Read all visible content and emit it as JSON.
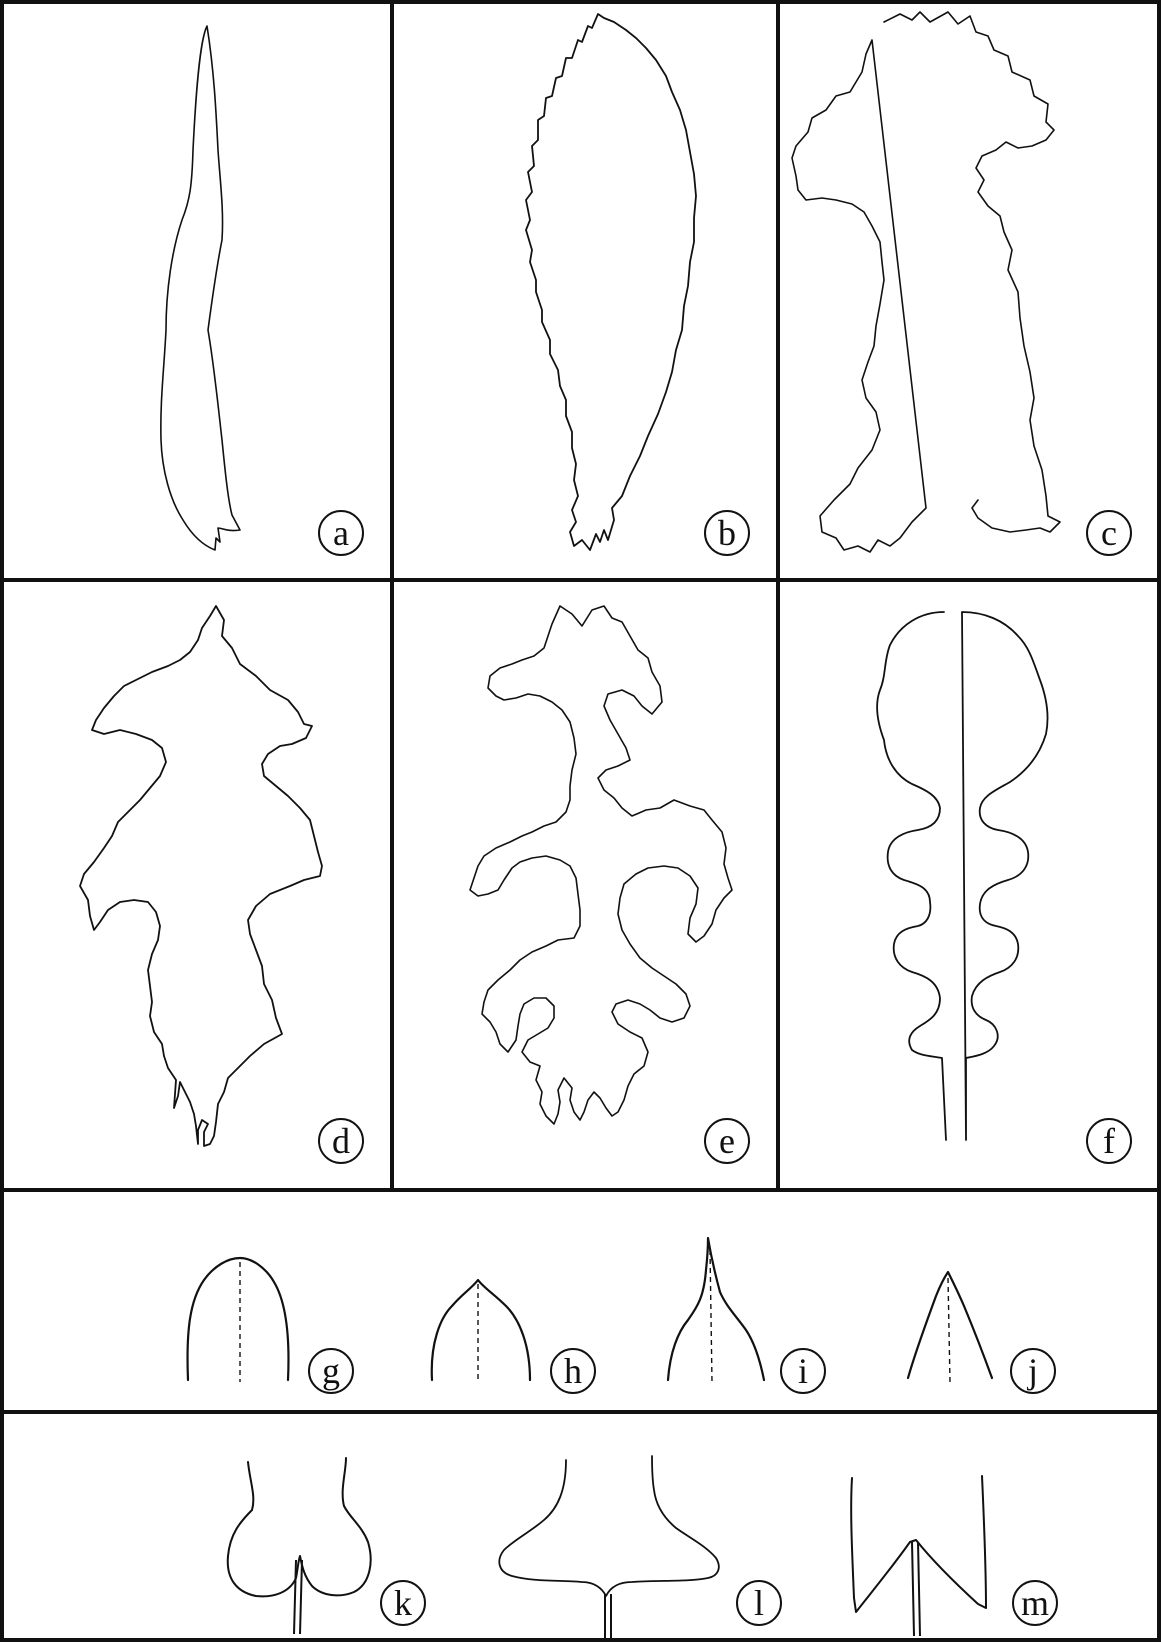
{
  "figure": {
    "panels": [
      {
        "id": "a",
        "label": "a",
        "shape": "linear-leaf-outline"
      },
      {
        "id": "b",
        "label": "b",
        "shape": "lanceolate-serrate-leaf-outline"
      },
      {
        "id": "c",
        "label": "c",
        "shape": "irregular-lobed-leaf-outline"
      },
      {
        "id": "d",
        "label": "d",
        "shape": "toothed-lobed-leaf-outline"
      },
      {
        "id": "e",
        "label": "e",
        "shape": "deeply-pinnatifid-leaf-outline"
      },
      {
        "id": "f",
        "label": "f",
        "shape": "lyrate-leaf-outline"
      },
      {
        "id": "g",
        "label": "g",
        "shape": "rounded-apex"
      },
      {
        "id": "h",
        "label": "h",
        "shape": "obtuse-apex"
      },
      {
        "id": "i",
        "label": "i",
        "shape": "acuminate-apex"
      },
      {
        "id": "j",
        "label": "j",
        "shape": "acute-apex"
      },
      {
        "id": "k",
        "label": "k",
        "shape": "cordate-base"
      },
      {
        "id": "l",
        "label": "l",
        "shape": "auriculate-base"
      },
      {
        "id": "m",
        "label": "m",
        "shape": "sagittate-base"
      }
    ],
    "colors": {
      "line": "#111111",
      "background": "#ffffff"
    }
  }
}
